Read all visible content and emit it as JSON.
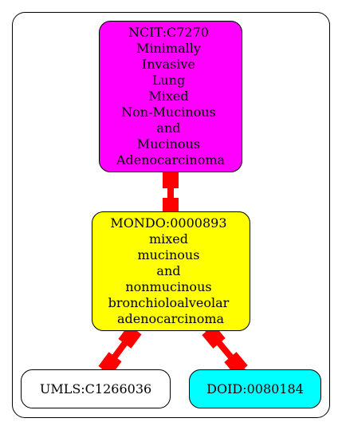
{
  "diagram": {
    "nodes": {
      "ncit": {
        "lines": [
          "NCIT:C7270",
          "Minimally",
          "Invasive",
          "Lung",
          "Mixed",
          "Non-Mucinous",
          "and",
          "Mucinous",
          "Adenocarcinoma"
        ],
        "fill": "#ff00ff"
      },
      "mondo": {
        "lines": [
          "MONDO:0000893",
          "mixed",
          "mucinous",
          "and",
          "nonmucinous",
          "bronchioloalveolar",
          "adenocarcinoma"
        ],
        "fill": "#ffff00"
      },
      "umls": {
        "lines": [
          "UMLS:C1266036"
        ],
        "fill": "#ffffff"
      },
      "doid": {
        "lines": [
          "DOID:0080184"
        ],
        "fill": "#00ffff"
      }
    },
    "edges": [
      {
        "from": "ncit",
        "to": "mondo"
      },
      {
        "from": "mondo",
        "to": "umls"
      },
      {
        "from": "mondo",
        "to": "doid"
      }
    ],
    "edge_color": "#ff0000"
  }
}
